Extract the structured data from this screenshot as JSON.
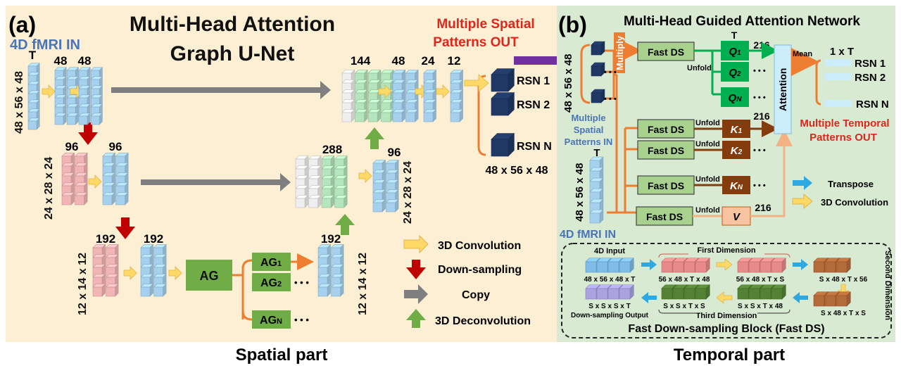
{
  "colors": {
    "spatial_bg": "#fdefd3",
    "temporal_bg": "#d9ead3",
    "blue_cube": "#a6d1ee",
    "red_cube": "#f2b5b5",
    "green_cube": "#b5e5bd",
    "white_cube": "#efefef",
    "dark_cube": "#1f3864",
    "ag_green": "#70ad47",
    "orange_line": "#ed7d31",
    "brown_k": "#843c0c",
    "green_q": "#00b050",
    "light_blue": "#cceefa",
    "v_orange": "#f8c3a1",
    "purple": "#7030a0",
    "gray_arrow": "#7f7f7f",
    "red_arrow": "#c00000",
    "green_arrow": "#70ad47",
    "yellow_arrow": "#ffd966",
    "blue_arrow": "#2ea8e0"
  },
  "spatial": {
    "panel_label": "(a)",
    "title_line1": "Multi-Head Attention",
    "title_line2": "Graph U-Net",
    "input_label": "4D fMRI IN",
    "output_label_line1": "Multiple Spatial",
    "output_label_line2": "Patterns OUT",
    "dims": {
      "left_top": "48 x 56 x 48",
      "left_mid": "24 x 28 x 24",
      "left_bot": "12 x 14 x 12",
      "right_mid": "24 x 28 x 24",
      "right_bot": "12 x 14 x 12",
      "rsn_dim": "48 x 56 x 48"
    },
    "channels": {
      "t": "T",
      "c48a": "48",
      "c48b": "48",
      "c96a": "96",
      "c96b": "96",
      "c192a": "192",
      "c192b": "192",
      "c192c": "192",
      "c288": "288",
      "c96c": "96",
      "c144": "144",
      "c48c": "48",
      "c24": "24",
      "c12": "12"
    },
    "ag_label": "AG",
    "ag_heads": [
      {
        "base": "AG",
        "sub": "1"
      },
      {
        "base": "AG",
        "sub": "2"
      },
      {
        "base": "AG",
        "sub": "N"
      }
    ],
    "ellipsis": "• • •",
    "rsn_labels": [
      "RSN 1",
      "RSN 2",
      "RSN N"
    ],
    "legend": [
      "3D Convolution",
      "Down-sampling",
      "Copy",
      "3D Deconvolution"
    ],
    "section_caption": "Spatial part"
  },
  "temporal": {
    "panel_label": "(b)",
    "title": "Multi-Head Guided Attention Network",
    "multiply": "Multiply",
    "fast_ds": "Fast DS",
    "unfold": "Unfold",
    "t_label": "T",
    "dim_left": "48 x 56 x 48",
    "dim_in": "48 x 56 x 48",
    "count_216": "216",
    "q_heads": [
      {
        "base": "Q",
        "sub": "1"
      },
      {
        "base": "Q",
        "sub": "2"
      },
      {
        "base": "Q",
        "sub": "N"
      }
    ],
    "k_heads": [
      {
        "base": "K",
        "sub": "1"
      },
      {
        "base": "K",
        "sub": "2"
      },
      {
        "base": "K",
        "sub": "N"
      }
    ],
    "v_label": "V",
    "attention": "Attention",
    "mean": "Mean",
    "out_dim": "1 x T",
    "rsn_labels": [
      "RSN 1",
      "RSN 2",
      "RSN N"
    ],
    "out_label_line1": "Multiple Temporal",
    "out_label_line2": "Patterns OUT",
    "in_label_line1": "Multiple",
    "in_label_line2": "Spatial",
    "in_label_line3": "Patterns IN",
    "fmri_in": "4D fMRI IN",
    "legend": [
      "Transpose",
      "3D Convolution"
    ],
    "ellipsis": "• • •",
    "fastds_block": {
      "title": "Fast Down-sampling Block (Fast DS)",
      "input_title": "4D Input",
      "input_dim": "48 x 56 x 48 x T",
      "first_dimension": "First  Dimension",
      "d1a": "56 x 48 x T x 48",
      "d1b": "56 x 48 x T x S",
      "second_dimension": "Second Dimension",
      "d2a": "S x 48 x T x 56",
      "d2b": "S x 48 x T x S",
      "third_dimension": "Third Dimension",
      "d3a": "S x S x T x 48",
      "d3b": "S x S x T x S",
      "out_dim": "S x S x S x T",
      "out_title": "Down-sampling Output"
    },
    "section_caption": "Temporal part"
  }
}
